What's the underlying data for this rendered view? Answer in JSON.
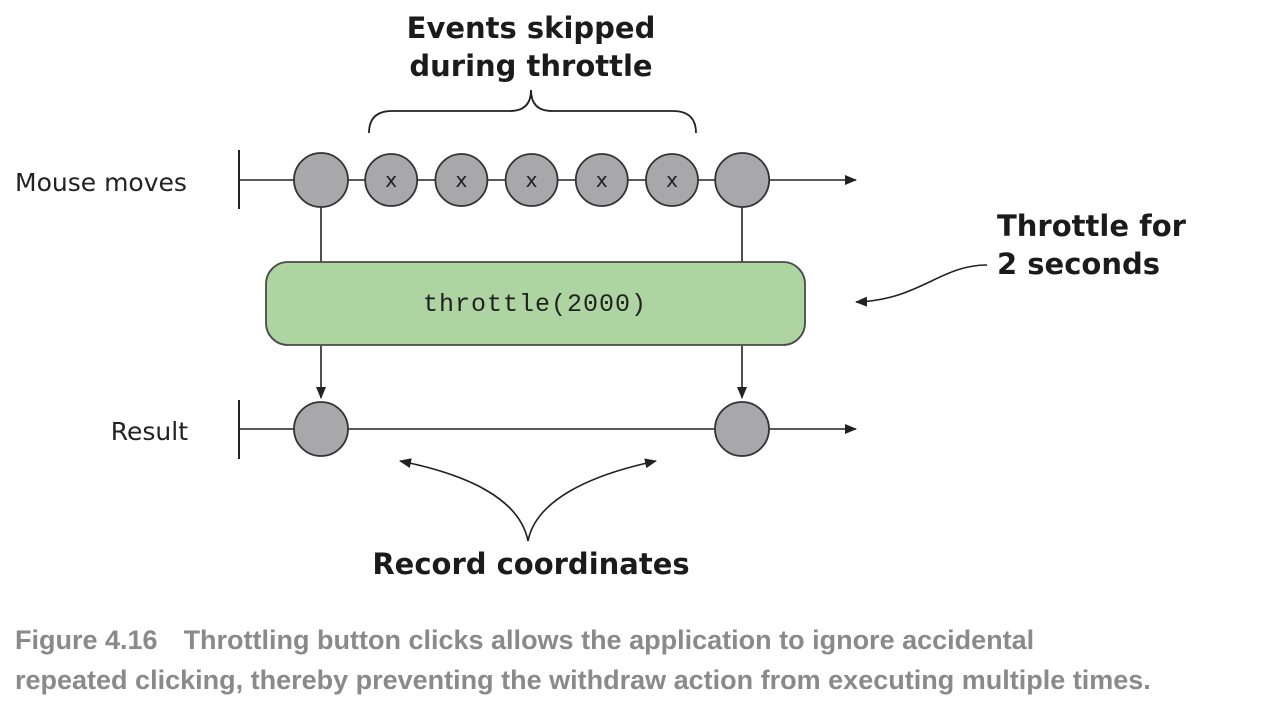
{
  "diagram": {
    "rows": {
      "source_label": "Mouse moves",
      "result_label": "Result"
    },
    "operator": {
      "label": "throttle(2000)",
      "fill": "#aed4a2",
      "stroke": "#4a4a4a"
    },
    "event_colors": {
      "fill": "#a8a8aa",
      "stroke": "#333333"
    },
    "source_events": [
      {
        "kind": "emitted",
        "mark": ""
      },
      {
        "kind": "skipped",
        "mark": "x"
      },
      {
        "kind": "skipped",
        "mark": "x"
      },
      {
        "kind": "skipped",
        "mark": "x"
      },
      {
        "kind": "skipped",
        "mark": "x"
      },
      {
        "kind": "skipped",
        "mark": "x"
      },
      {
        "kind": "emitted",
        "mark": ""
      }
    ],
    "annotations": {
      "skipped": [
        "Events skipped",
        "during throttle"
      ],
      "throttle": [
        "Throttle for",
        "2 seconds"
      ],
      "record": "Record coordinates"
    }
  },
  "caption": {
    "number": "Figure 4.16",
    "text_line1": "Throttling button clicks allows the application to ignore accidental",
    "text_line2": "repeated clicking, thereby preventing the withdraw action from executing multiple times."
  }
}
